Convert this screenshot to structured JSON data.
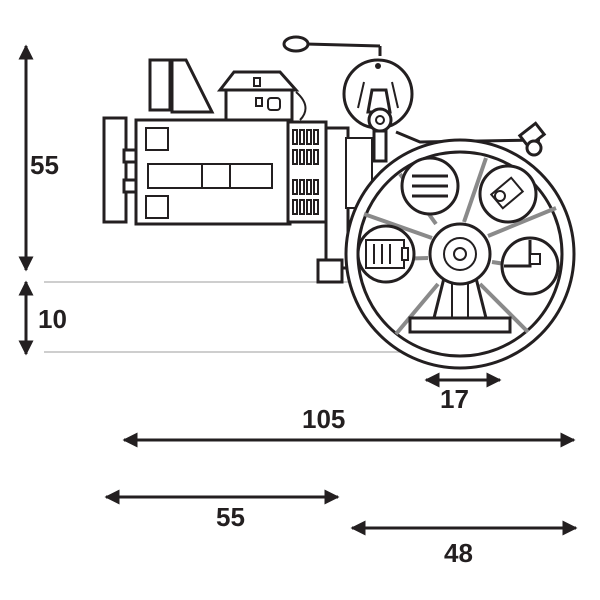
{
  "dimensions": {
    "height_body": "55",
    "height_ground": "10",
    "width_hub": "17",
    "width_total": "105",
    "width_left": "55",
    "width_right": "48"
  },
  "colors": {
    "ink": "#231f20",
    "guide": "#bdbdbd",
    "spoke": "#8a8a8a",
    "background": "#ffffff"
  }
}
